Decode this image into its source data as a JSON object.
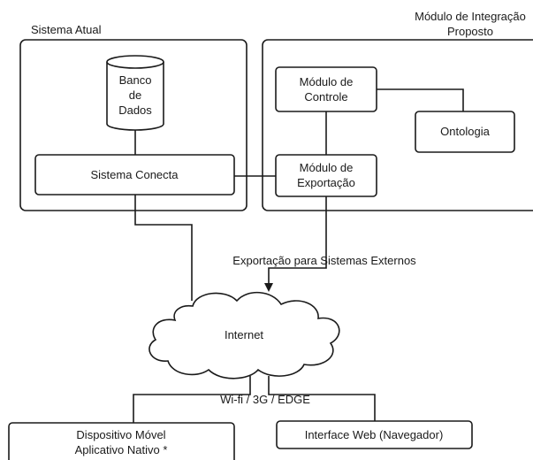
{
  "groups": {
    "current_system_title": "Sistema Atual",
    "proposed_module_title_line1": "Módulo de Integração",
    "proposed_module_title_line2": "Proposto"
  },
  "nodes": {
    "database": [
      "Banco",
      "de",
      "Dados"
    ],
    "sistema_conecta": "Sistema Conecta",
    "modulo_controle": [
      "Módulo de",
      "Controle"
    ],
    "ontologia": "Ontologia",
    "modulo_exportacao": [
      "Módulo de",
      "Exportação"
    ],
    "internet": "Internet",
    "dispositivo_movel": [
      "Dispositivo Móvel",
      "Aplicativo Nativo *"
    ],
    "interface_web": "Interface Web (Navegador)"
  },
  "edge_labels": {
    "export_label": "Exportação para Sistemas Externos",
    "wifi_label": "Wi-fi / 3G / EDGE"
  }
}
